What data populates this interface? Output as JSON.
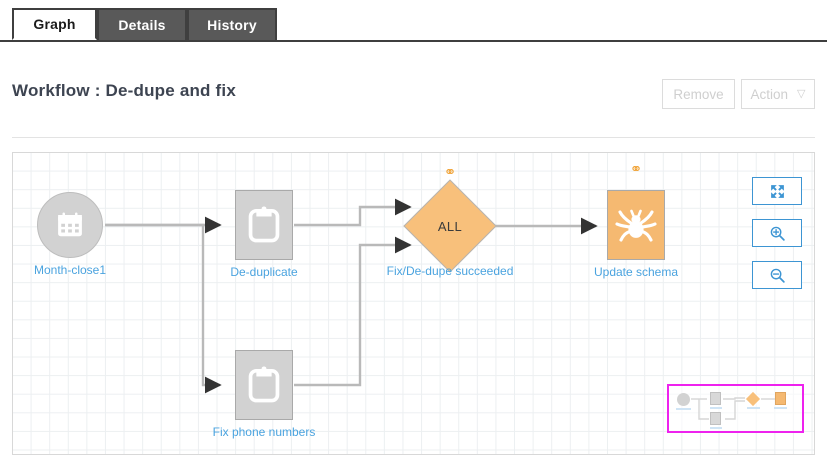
{
  "tabs": [
    {
      "label": "Graph",
      "active": true
    },
    {
      "label": "Details",
      "active": false
    },
    {
      "label": "History",
      "active": false
    }
  ],
  "header": {
    "title": "Workflow : De-dupe and fix",
    "remove_label": "Remove",
    "action_label": "Action",
    "action_caret": "▽"
  },
  "colors": {
    "accent_blue": "#4aa3df",
    "node_gray": "#d2d2d2",
    "node_orange": "#f5b971",
    "diamond_orange": "#f8c07b",
    "minimap_border": "#ee22ee",
    "tab_inactive": "#595959",
    "tab_border": "#3f3f3f"
  },
  "graph": {
    "nodes": [
      {
        "id": "month-close1",
        "label": "Month-close1",
        "shape": "circle",
        "icon": "calendar-icon",
        "color": "gray",
        "badge": false
      },
      {
        "id": "de-duplicate",
        "label": "De-duplicate",
        "shape": "square",
        "icon": "clipboard-icon",
        "color": "gray",
        "badge": false
      },
      {
        "id": "fix-phone",
        "label": "Fix phone numbers",
        "shape": "square",
        "icon": "clipboard-icon",
        "color": "gray",
        "badge": false
      },
      {
        "id": "fix-dedupe",
        "label": "Fix/De-dupe succeeded",
        "shape": "diamond",
        "icon": "link-badge-icon",
        "color": "orange",
        "badge": true,
        "inner_text": "ALL"
      },
      {
        "id": "update-schema",
        "label": "Update schema",
        "shape": "square",
        "icon": "spider-icon",
        "color": "orange",
        "badge": true
      }
    ],
    "edges": [
      {
        "from": "month-close1",
        "to": "de-duplicate"
      },
      {
        "from": "month-close1",
        "to": "fix-phone"
      },
      {
        "from": "de-duplicate",
        "to": "fix-dedupe"
      },
      {
        "from": "fix-phone",
        "to": "fix-dedupe"
      },
      {
        "from": "fix-dedupe",
        "to": "update-schema"
      }
    ],
    "controls": [
      {
        "id": "fit",
        "icon": "fit-to-screen-icon"
      },
      {
        "id": "zoom-in",
        "icon": "zoom-in-icon"
      },
      {
        "id": "zoom-out",
        "icon": "zoom-out-icon"
      }
    ]
  }
}
